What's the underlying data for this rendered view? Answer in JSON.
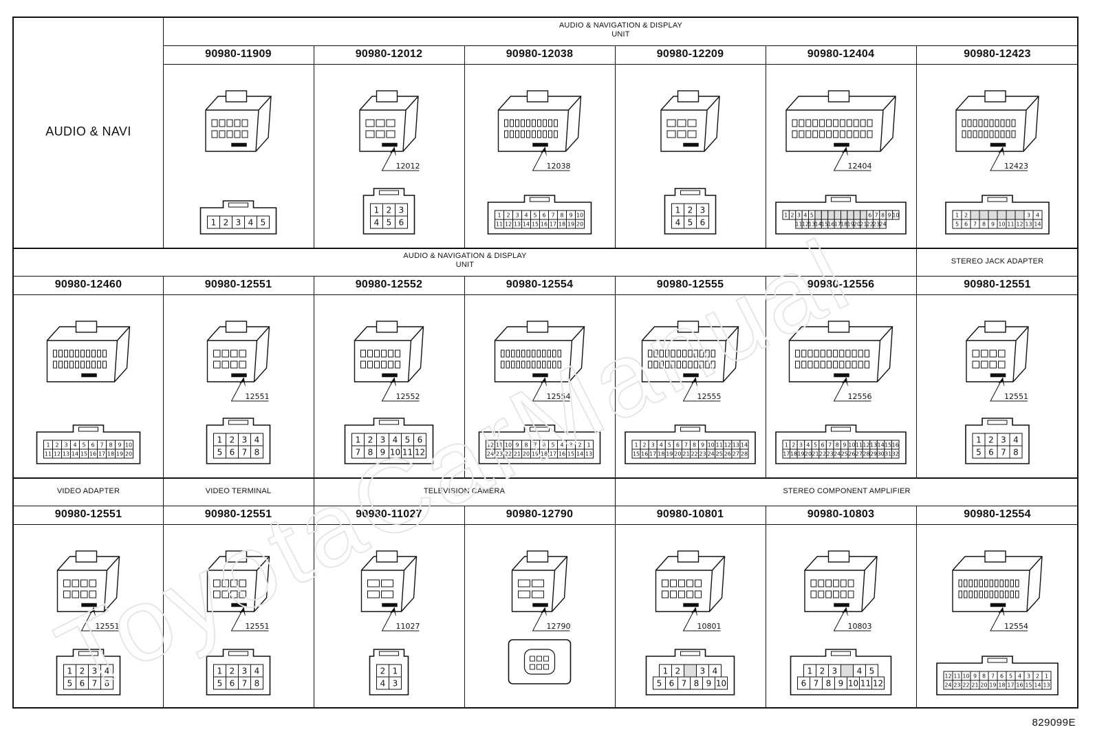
{
  "section_title": "AUDIO & NAVI",
  "row1": {
    "group_line1": "AUDIO & NAVIGATION & DISPLAY",
    "group_line2": "UNIT",
    "cells": [
      {
        "part": "90980-11909",
        "callout": "",
        "pins_top": [
          "1",
          "2",
          "3",
          "4",
          "5"
        ],
        "pins_bottom": []
      },
      {
        "part": "90980-12012",
        "callout": "12012",
        "pins_top": [
          "1",
          "2",
          "3"
        ],
        "pins_bottom": [
          "4",
          "5",
          "6"
        ]
      },
      {
        "part": "90980-12038",
        "callout": "12038",
        "pins_top": [
          "1",
          "2",
          "3",
          "4",
          "5",
          "6",
          "7",
          "8",
          "9",
          "10"
        ],
        "pins_bottom": [
          "11",
          "12",
          "13",
          "14",
          "15",
          "16",
          "17",
          "18",
          "19",
          "20"
        ]
      },
      {
        "part": "90980-12209",
        "callout": "",
        "pins_top": [
          "1",
          "2",
          "3"
        ],
        "pins_bottom": [
          "4",
          "5",
          "6"
        ]
      },
      {
        "part": "90980-12404",
        "callout": "12404",
        "pins_top": [
          "1",
          "2",
          "3",
          "4",
          "5",
          "",
          "",
          "",
          "",
          "",
          "",
          "",
          "",
          "6",
          "7",
          "8",
          "9",
          "10"
        ],
        "pins_bottom": [
          "11",
          "12",
          "13",
          "14",
          "15",
          "16",
          "17",
          "18",
          "19",
          "20",
          "21",
          "22",
          "23",
          "24"
        ]
      },
      {
        "part": "90980-12423",
        "callout": "12423",
        "pins_top": [
          "1",
          "2",
          "",
          "",
          "",
          "",
          "",
          "",
          "3",
          "4"
        ],
        "pins_bottom": [
          "5",
          "6",
          "7",
          "8",
          "9",
          "10",
          "11",
          "12",
          "13",
          "14"
        ]
      }
    ]
  },
  "row2": {
    "group_line1": "AUDIO & NAVIGATION & DISPLAY",
    "group_line2": "UNIT",
    "extra_group": "STEREO JACK ADAPTER",
    "cells": [
      {
        "part": "90980-12460",
        "callout": "",
        "pins_top": [
          "1",
          "2",
          "3",
          "4",
          "5",
          "6",
          "7",
          "8",
          "9",
          "10"
        ],
        "pins_bottom": [
          "11",
          "12",
          "13",
          "14",
          "15",
          "16",
          "17",
          "18",
          "19",
          "20"
        ]
      },
      {
        "part": "90980-12551",
        "callout": "12551",
        "pins_top": [
          "1",
          "2",
          "3",
          "4"
        ],
        "pins_bottom": [
          "5",
          "6",
          "7",
          "8"
        ]
      },
      {
        "part": "90980-12552",
        "callout": "12552",
        "pins_top": [
          "1",
          "2",
          "3",
          "4",
          "5",
          "6"
        ],
        "pins_bottom": [
          "7",
          "8",
          "9",
          "10",
          "11",
          "12"
        ]
      },
      {
        "part": "90980-12554",
        "callout": "12554",
        "pins_top": [
          "12",
          "11",
          "10",
          "9",
          "8",
          "7",
          "6",
          "5",
          "4",
          "3",
          "2",
          "1"
        ],
        "pins_bottom": [
          "24",
          "23",
          "22",
          "21",
          "20",
          "19",
          "18",
          "17",
          "16",
          "15",
          "14",
          "13"
        ]
      },
      {
        "part": "90980-12555",
        "callout": "12555",
        "pins_top": [
          "1",
          "2",
          "3",
          "4",
          "5",
          "6",
          "7",
          "8",
          "9",
          "10",
          "11",
          "12",
          "13",
          "14"
        ],
        "pins_bottom": [
          "15",
          "16",
          "17",
          "18",
          "19",
          "20",
          "21",
          "22",
          "23",
          "24",
          "25",
          "26",
          "27",
          "28"
        ]
      },
      {
        "part": "90980-12556",
        "callout": "12556",
        "pins_top": [
          "1",
          "2",
          "3",
          "4",
          "5",
          "6",
          "7",
          "8",
          "9",
          "10",
          "11",
          "12",
          "13",
          "14",
          "15",
          "16"
        ],
        "pins_bottom": [
          "17",
          "18",
          "19",
          "20",
          "21",
          "22",
          "23",
          "24",
          "25",
          "26",
          "27",
          "28",
          "29",
          "30",
          "31",
          "32"
        ]
      },
      {
        "part": "90980-12551",
        "callout": "12551",
        "pins_top": [
          "1",
          "2",
          "3",
          "4"
        ],
        "pins_bottom": [
          "5",
          "6",
          "7",
          "8"
        ]
      }
    ]
  },
  "row3": {
    "groups": [
      "VIDEO ADAPTER",
      "VIDEO TERMINAL",
      "TELEVISION CAMERA",
      "STEREO COMPONENT AMPLIFIER"
    ],
    "cells": [
      {
        "part": "90980-12551",
        "callout": "12551",
        "pins_top": [
          "1",
          "2",
          "3",
          "4"
        ],
        "pins_bottom": [
          "5",
          "6",
          "7",
          "8"
        ]
      },
      {
        "part": "90980-12551",
        "callout": "12551",
        "pins_top": [
          "1",
          "2",
          "3",
          "4"
        ],
        "pins_bottom": [
          "5",
          "6",
          "7",
          "8"
        ]
      },
      {
        "part": "90980-11027",
        "callout": "11027",
        "pins_top": [
          "2",
          "1"
        ],
        "pins_bottom": [
          "4",
          "3"
        ]
      },
      {
        "part": "90980-12790",
        "callout": "12790",
        "pins_top": [],
        "pins_bottom": []
      },
      {
        "part": "90980-10801",
        "callout": "10801",
        "pins_top": [
          "1",
          "2",
          "",
          "3",
          "4"
        ],
        "pins_bottom": [
          "5",
          "6",
          "7",
          "8",
          "9",
          "10"
        ]
      },
      {
        "part": "90980-10803",
        "callout": "10803",
        "pins_top": [
          "1",
          "2",
          "3",
          "",
          "4",
          "5"
        ],
        "pins_bottom": [
          "6",
          "7",
          "8",
          "9",
          "10",
          "11",
          "12"
        ]
      },
      {
        "part": "90980-12554",
        "callout": "12554",
        "pins_top": [
          "12",
          "11",
          "10",
          "9",
          "8",
          "7",
          "6",
          "5",
          "4",
          "3",
          "2",
          "1"
        ],
        "pins_bottom": [
          "24",
          "23",
          "22",
          "21",
          "20",
          "19",
          "18",
          "17",
          "16",
          "15",
          "14",
          "13"
        ]
      }
    ]
  },
  "figure_id": "829099E",
  "watermark": "ToyotaCarManual"
}
